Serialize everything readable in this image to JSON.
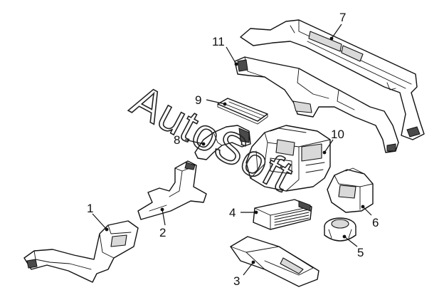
{
  "watermark": {
    "text": "AutoSoft"
  },
  "callouts": [
    {
      "id": "1",
      "label": "1"
    },
    {
      "id": "2",
      "label": "2"
    },
    {
      "id": "3",
      "label": "3"
    },
    {
      "id": "4",
      "label": "4"
    },
    {
      "id": "5",
      "label": "5"
    },
    {
      "id": "6",
      "label": "6"
    },
    {
      "id": "7",
      "label": "7"
    },
    {
      "id": "8",
      "label": "8"
    },
    {
      "id": "9",
      "label": "9"
    },
    {
      "id": "10",
      "label": "10"
    },
    {
      "id": "11",
      "label": "11"
    }
  ]
}
